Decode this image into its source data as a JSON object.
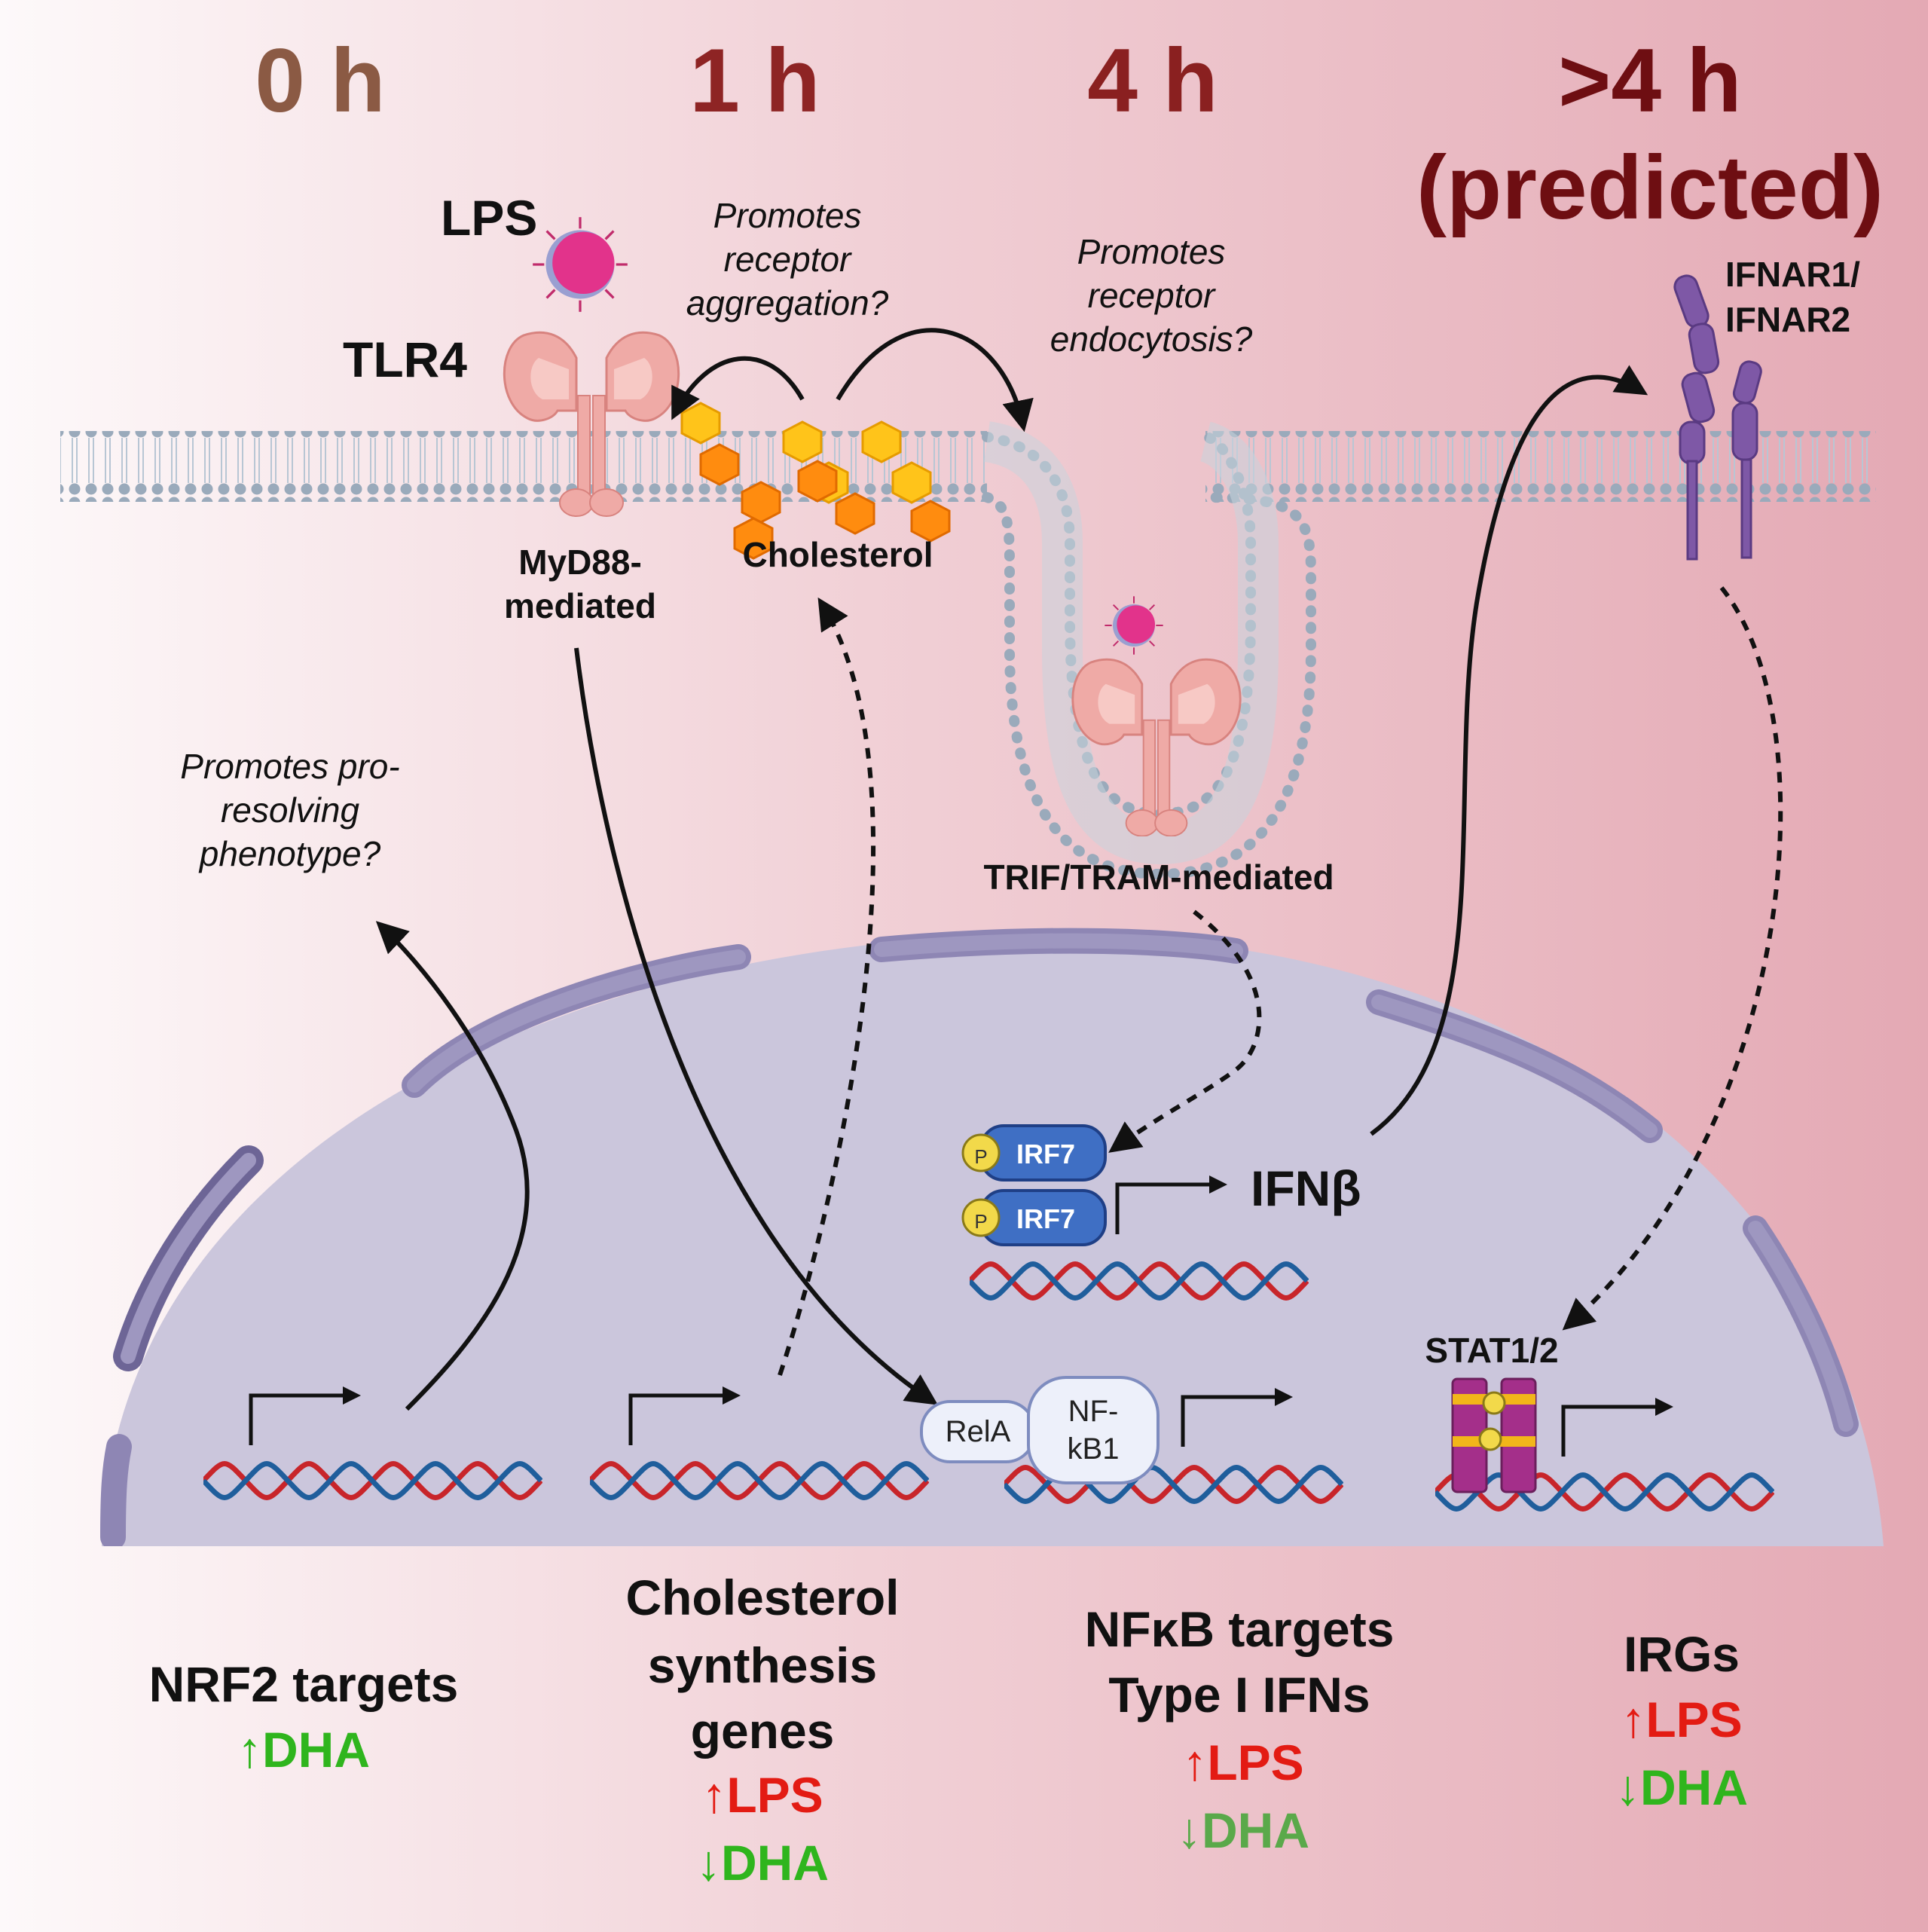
{
  "time_points": [
    "0 h",
    "1 h",
    "4 h",
    ">4 h",
    "(predicted)"
  ],
  "labels": {
    "lps": "LPS",
    "tlr4": "TLR4",
    "myd88_line1": "MyD88-",
    "myd88_line2": "mediated",
    "cholesterol": "Cholesterol",
    "trif_tram": "TRIF/TRAM-mediated",
    "ifnar_line1": "IFNAR1/",
    "ifnar_line2": "IFNAR2",
    "irf7": "IRF7",
    "phospho": "P",
    "ifnb": "IFNβ",
    "rela": "RelA",
    "nfkb1_line1": "NF-",
    "nfkb1_line2": "kB1",
    "stat": "STAT1/2"
  },
  "annotations": {
    "aggregation": [
      "Promotes",
      "receptor",
      "aggregation?"
    ],
    "endocytosis": [
      "Promotes",
      "receptor",
      "endocytosis?"
    ],
    "pro_resolving": [
      "Promotes pro-",
      "resolving",
      "phenotype?"
    ]
  },
  "outcomes": [
    {
      "title": [
        "NRF2 targets"
      ],
      "effects": [
        {
          "arrow": "↑",
          "agent": "DHA",
          "kind": "down"
        }
      ]
    },
    {
      "title": [
        "Cholesterol",
        "synthesis",
        "genes"
      ],
      "effects": [
        {
          "arrow": "↑",
          "agent": "LPS",
          "kind": "up"
        },
        {
          "arrow": "↓",
          "agent": "DHA",
          "kind": "down"
        }
      ]
    },
    {
      "title": [
        "NFκB targets",
        "Type I IFNs"
      ],
      "effects": [
        {
          "arrow": "↑",
          "agent": "LPS",
          "kind": "up"
        },
        {
          "arrow": "↓",
          "agent": "DHA",
          "kind": "down2"
        }
      ]
    },
    {
      "title": [
        "IRGs"
      ],
      "effects": [
        {
          "arrow": "↑",
          "agent": "LPS",
          "kind": "up"
        },
        {
          "arrow": "↓",
          "agent": "DHA",
          "kind": "down"
        }
      ]
    }
  ],
  "colors": {
    "t0": "#8b5a44",
    "t1": "#8e2424",
    "t4": "#8a2020",
    "t5": "#6e0e12",
    "up": "#e31b13",
    "down": "#2fb51d",
    "nucleus": "#cbc6dc",
    "envelope": "#8e86b4",
    "tlr4": "#efaaa6",
    "irf7": "#3f6fc4",
    "stat": "#a42f8a",
    "ifnar": "#7e58a6"
  }
}
